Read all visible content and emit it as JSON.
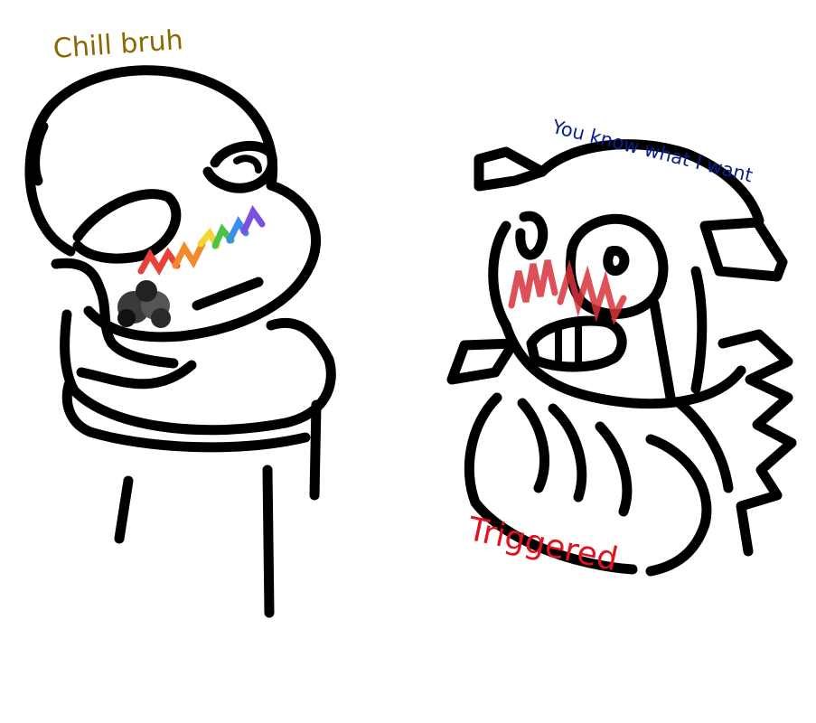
{
  "captions": {
    "chill": "Chill bruh",
    "want": "You know what I want",
    "triggered": "Triggered"
  },
  "colors": {
    "ink": "#000000",
    "background": "#ffffff",
    "chill_text": "#8a6a00",
    "want_text": "#0a1f8f",
    "triggered_text": "#e0141e",
    "blush_red": "#d8323a",
    "rainbow": [
      "#e8403a",
      "#f08a2c",
      "#f2d632",
      "#4cc24a",
      "#3a8fe6",
      "#7b4fe0"
    ]
  }
}
